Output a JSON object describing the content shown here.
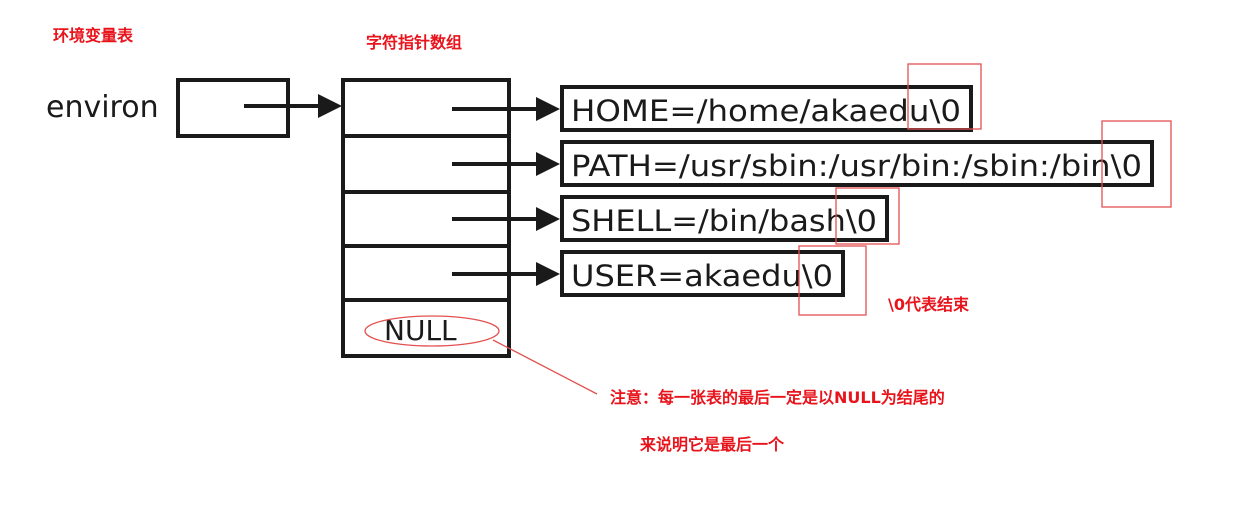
{
  "labels": {
    "env_table": "环境变量表",
    "pointer_array": "字符指针数组",
    "terminator_note": "\\0代表结束",
    "null_note_line1": "注意：每一张表的最后一定是以NULL为结尾的",
    "null_note_line2": "来说明它是最后一个"
  },
  "diagram": {
    "environ_label": "environ",
    "null_label": "NULL",
    "strings": [
      "HOME=/home/akaedu\\0",
      "PATH=/usr/sbin:/usr/bin:/sbin:/bin\\0",
      "SHELL=/bin/bash\\0",
      "USER=akaedu\\0"
    ]
  },
  "colors": {
    "annotation": "#e8141c",
    "annotation_box": "#e35050",
    "ink": "#1a1a1a"
  }
}
